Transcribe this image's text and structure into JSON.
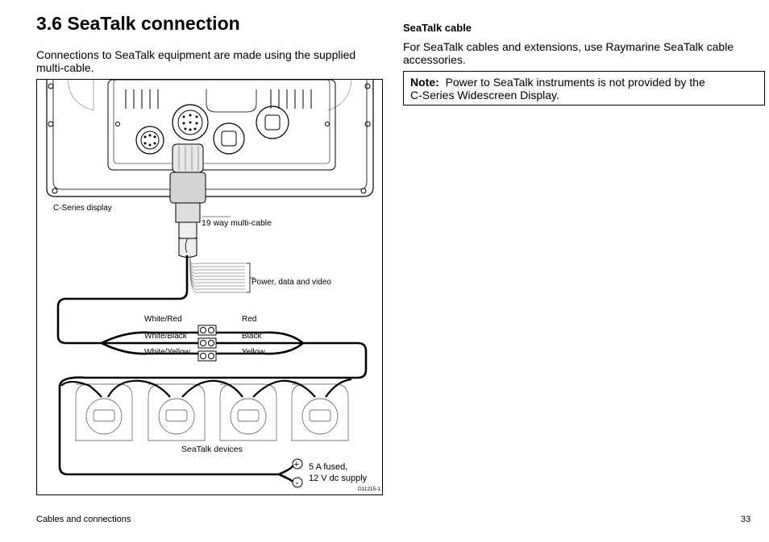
{
  "section": {
    "title": "3.6 SeaTalk connection",
    "intro_line1": "Connections to SeaTalk equipment are made using the supplied",
    "intro_line2": "multi-cable."
  },
  "right": {
    "subheading": "SeaTalk cable",
    "text_line1": "For SeaTalk cables and extensions, use Raymarine SeaTalk cable",
    "text_line2": "accessories.",
    "note_label": "Note:",
    "note_line1": "Power to SeaTalk instruments is not provided by the",
    "note_line2": "C-Series Widescreen Display."
  },
  "figure": {
    "display_label": "C-Series display",
    "cable_label": "19 way multi-cable",
    "bundle_label": "Power, data and video",
    "left_wires": [
      "White/Red",
      "White/Black",
      "White/Yellow"
    ],
    "right_wires": [
      "Red",
      "Black",
      "Yellow"
    ],
    "devices_label": "SeaTalk devices",
    "supply_line1": "5 A fused,",
    "supply_line2": "12 V dc supply",
    "plus_symbol": "+",
    "minus_symbol": "-",
    "figure_id": "D11215-1"
  },
  "footer": {
    "left": "Cables and connections",
    "page": "33"
  }
}
